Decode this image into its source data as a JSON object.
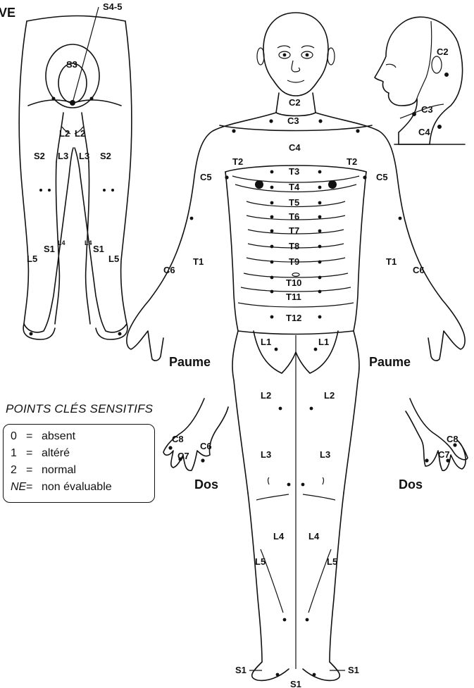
{
  "corner_label": "VE",
  "legend": {
    "title": "POINTS CLÉS SENSITIFS",
    "items": [
      {
        "key": "0",
        "text": "absent"
      },
      {
        "key": "1",
        "text": "altéré"
      },
      {
        "key": "2",
        "text": "normal"
      },
      {
        "key": "NE",
        "text": "non évaluable"
      }
    ]
  },
  "views": {
    "palm_left": "Paume",
    "palm_right": "Paume",
    "dorsum_left": "Dos",
    "dorsum_right": "Dos"
  },
  "back_view": {
    "s45": "S4-5",
    "s3": "S3",
    "l2a": "L2",
    "l2b": "L2",
    "l3a": "L3",
    "l3b": "L3",
    "s2a": "S2",
    "s2b": "S2",
    "s1a": "S1",
    "s1b": "S1",
    "l5a": "L5",
    "l5b": "L5",
    "l4a": "L4",
    "l4b": "L4"
  },
  "head_view": {
    "c2": "C2",
    "c3": "C3",
    "c4": "C4"
  },
  "front_view": {
    "c2": "C2",
    "c3": "C3",
    "c4": "C4",
    "c5l": "C5",
    "c5r": "C5",
    "c6l": "C6",
    "c6r": "C6",
    "t1l": "T1",
    "t1r": "T1",
    "t2l": "T2",
    "t2r": "T2",
    "t3": "T3",
    "t4": "T4",
    "t5": "T5",
    "t6": "T6",
    "t7": "T7",
    "t8": "T8",
    "t9": "T9",
    "t10": "T10",
    "t11": "T11",
    "t12": "T12",
    "l1l": "L1",
    "l1r": "L1",
    "l2l": "L2",
    "l2r": "L2",
    "l3l": "L3",
    "l3r": "L3",
    "l4l": "L4",
    "l4r": "L4",
    "l5l": "L5",
    "l5r": "L5",
    "s1l": "S1",
    "s1r": "S1",
    "s1c": "S1"
  },
  "hands": {
    "c8l": "C8",
    "c7l": "C7",
    "c6l": "C6",
    "c8r": "C8",
    "c7r": "C7"
  }
}
